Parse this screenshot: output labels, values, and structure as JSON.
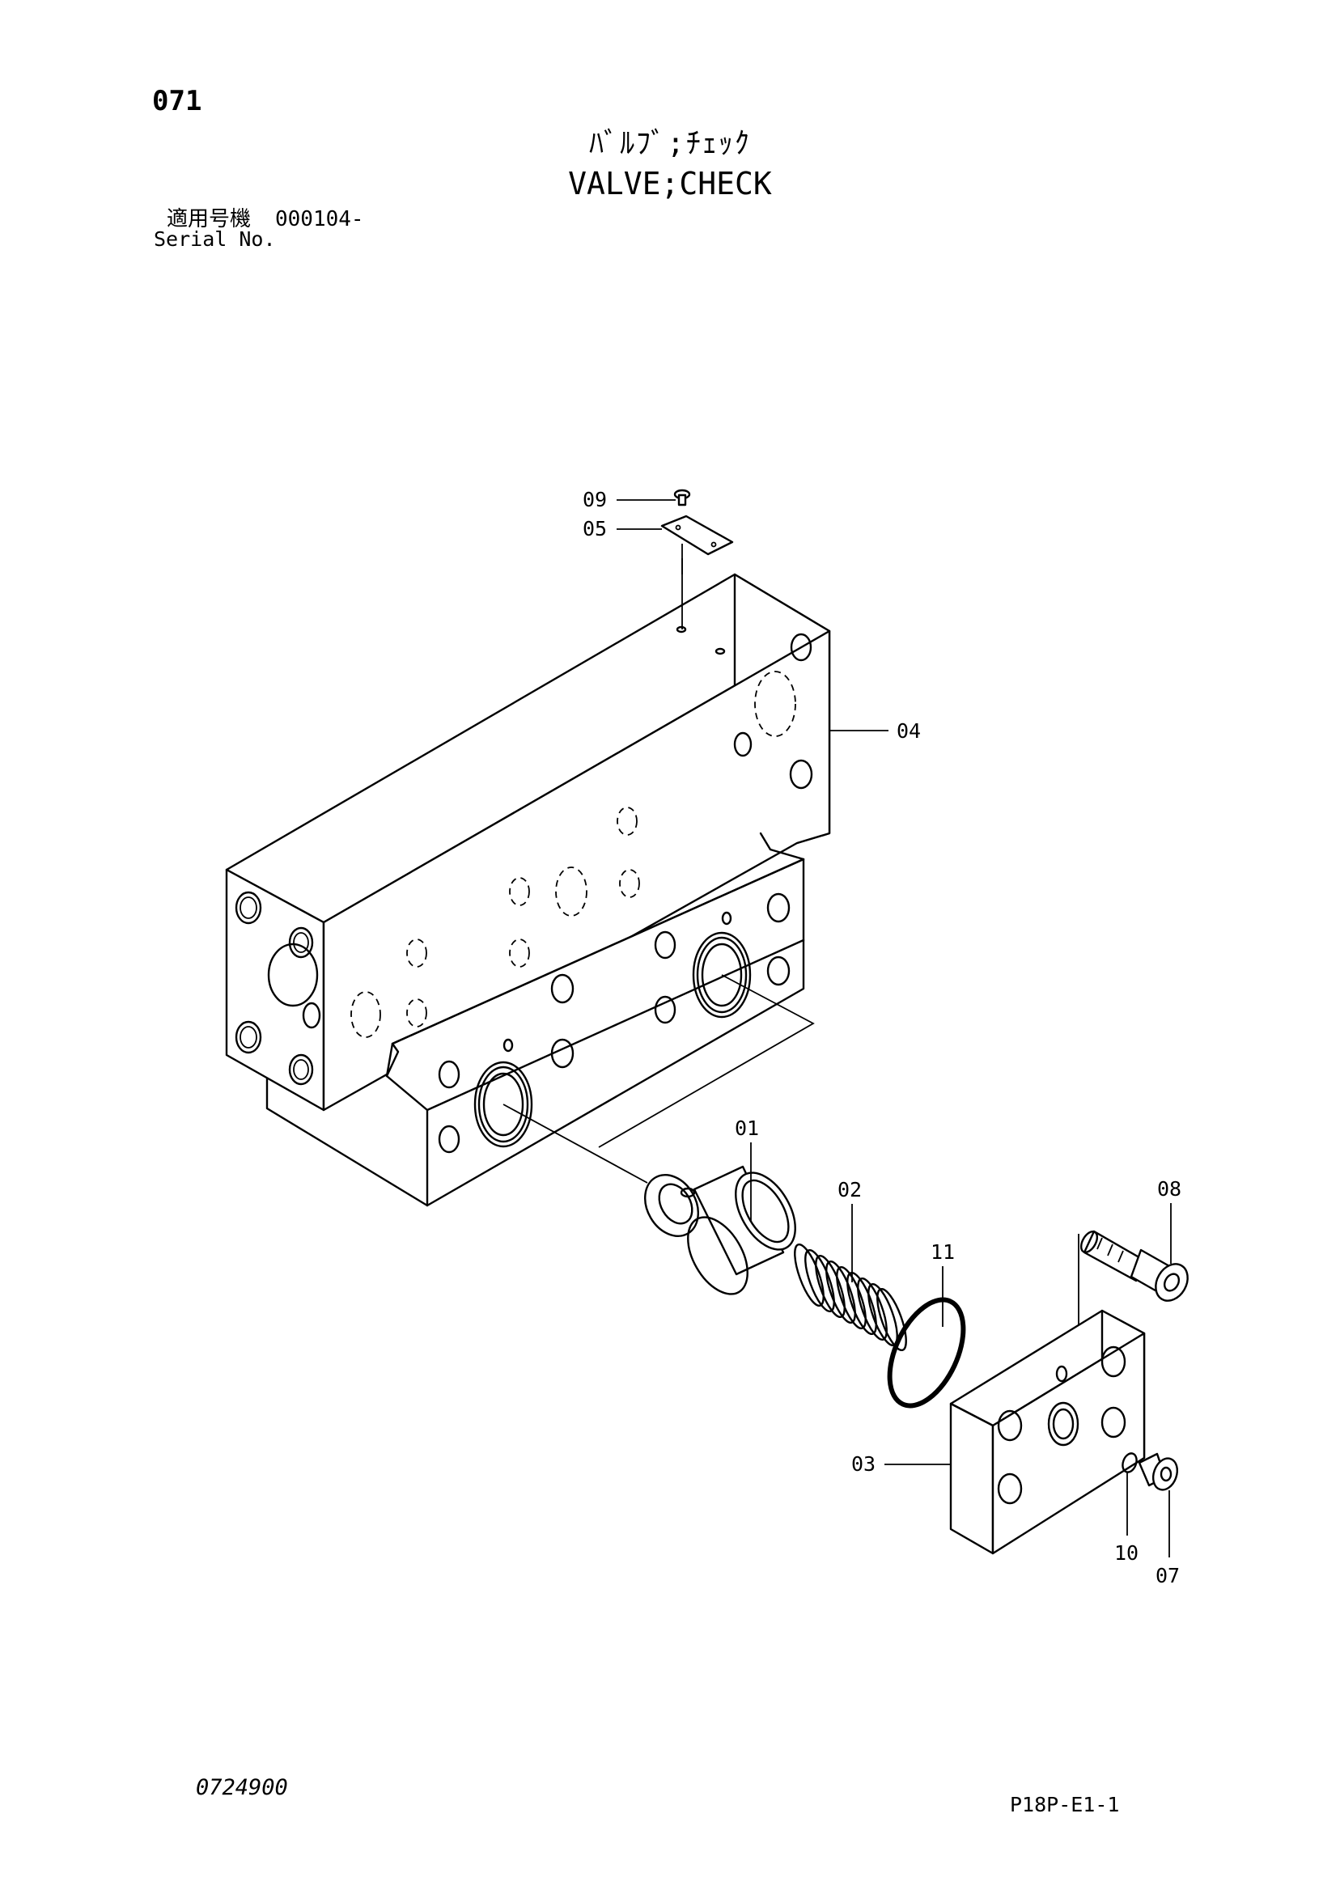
{
  "header": {
    "page_number": "071",
    "title_jp": "ﾊﾞﾙﾌﾞ;ﾁｪｯｸ",
    "title_en": "VALVE;CHECK",
    "serial_label_jp": "適用号機",
    "serial_value": "000104-",
    "serial_label_en": "Serial No."
  },
  "callouts": {
    "c01": "01",
    "c02": "02",
    "c03": "03",
    "c04": "04",
    "c05": "05",
    "c07": "07",
    "c08": "08",
    "c09": "09",
    "c10": "10",
    "c11": "11"
  },
  "footer": {
    "drawing_code": "0724900",
    "sheet_code": "P18P-E1-1"
  }
}
